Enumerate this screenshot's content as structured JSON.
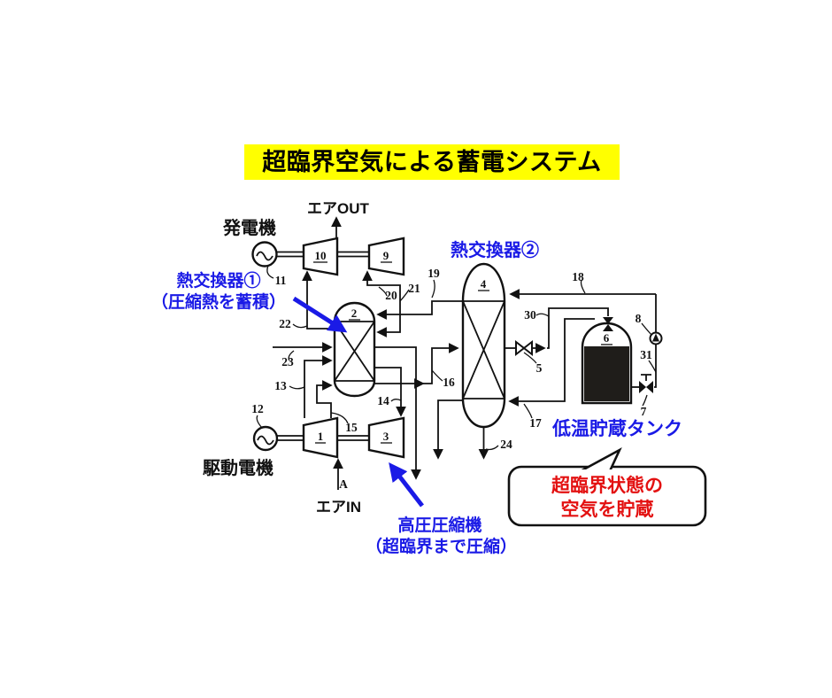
{
  "title": {
    "text": "超臨界空気による蓄電システム"
  },
  "labels": {
    "generator": "発電機",
    "air_out": "エアOUT",
    "hx2": "熱交換器②",
    "hx1_name": "熱交換器①",
    "hx1_desc": "（圧縮熱を蓄積）",
    "drive_motor": "駆動電機",
    "air_in": "エアIN",
    "inlet_point": "A",
    "hp_comp_name": "高圧圧縮機",
    "hp_comp_desc": "（超臨界まで圧縮）",
    "cryo_tank": "低温貯蔵タンク",
    "bubble_line1": "超臨界状態の",
    "bubble_line2": "空気を貯蔵"
  },
  "comp_numbers": {
    "c1": "1",
    "c2": "2",
    "c3": "3",
    "c4": "4",
    "c6": "6",
    "c9": "9",
    "c10": "10"
  },
  "ref_numbers": {
    "n5": "5",
    "n7": "7",
    "n8": "8",
    "n11": "11",
    "n12": "12",
    "n13": "13",
    "n14": "14",
    "n15": "15",
    "n16": "16",
    "n17": "17",
    "n18": "18",
    "n19": "19",
    "n20": "20",
    "n21": "21",
    "n22": "22",
    "n23": "23",
    "n24": "24",
    "n30": "30",
    "n31": "31"
  },
  "colors": {
    "title_bg": "#ffff00",
    "annotation_blue": "#1a1ae6",
    "annotation_red": "#e31111",
    "diagram_ink": "#111111",
    "tank_fill": "#1f1d1a"
  }
}
